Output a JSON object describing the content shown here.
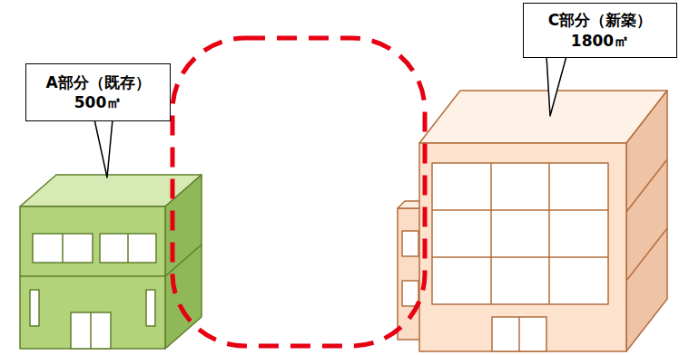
{
  "diagram": {
    "nodes": [
      {
        "text": [
          "A部分（既存）",
          "500㎡"
        ]
      },
      {
        "text": [
          "C部分（新築）",
          "1800㎡"
        ]
      }
    ]
  }
}
